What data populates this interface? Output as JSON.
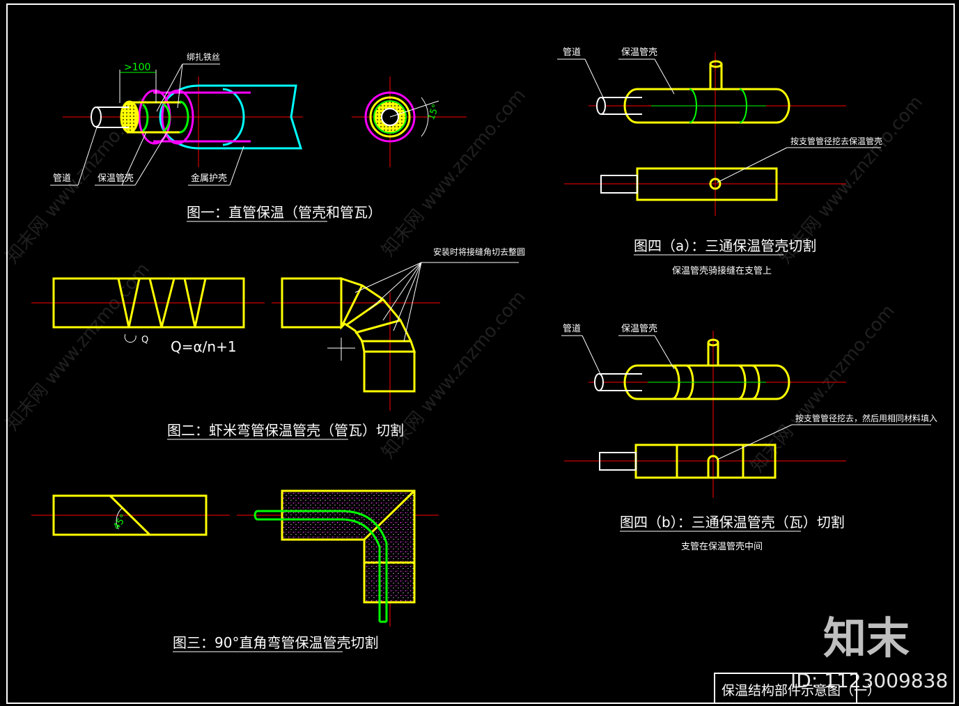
{
  "fig1": {
    "dim": ">100",
    "wire": "绑扎铁丝",
    "pipe": "管道",
    "shell": "保温管壳",
    "metal": "金属护壳",
    "angle": "15°",
    "caption": "图一：直管保温（管壳和管瓦）"
  },
  "fig2": {
    "angle_label": "Q",
    "formula": "Q=α/n+1",
    "note": "安装时将接缝角切去整圆",
    "caption": "图二：虾米弯管保温管壳（管瓦）切割"
  },
  "fig3": {
    "angle": "45°",
    "caption": "图三：90°直角弯管保温管壳切割"
  },
  "fig4a": {
    "pipe": "管道",
    "shell": "保温管壳",
    "note": "按支管管径挖去保温管壳",
    "caption": "图四（a）：三通保温管壳切割",
    "sub": "保温管壳骑接缝在支管上"
  },
  "fig4b": {
    "pipe": "管道",
    "shell": "保温管壳",
    "note": "按支管管径挖去，然后用相同材料填入",
    "caption": "图四（b）：三通保温管壳（瓦）切割",
    "sub": "支管在保温管壳中间"
  },
  "title_block": "保温结构部件示意图（一）",
  "logo": "知末",
  "id_text": "ID: 1123009838",
  "watermark": "知末网 www.znzmo.com",
  "colors": {
    "background": "#000000",
    "frame": "#ffffff",
    "center_line": "#ff0000",
    "shell": "#ffff00",
    "insulation_inner": "#00ff00",
    "magenta": "#ff00ff",
    "metal_jacket": "#00ffff"
  }
}
